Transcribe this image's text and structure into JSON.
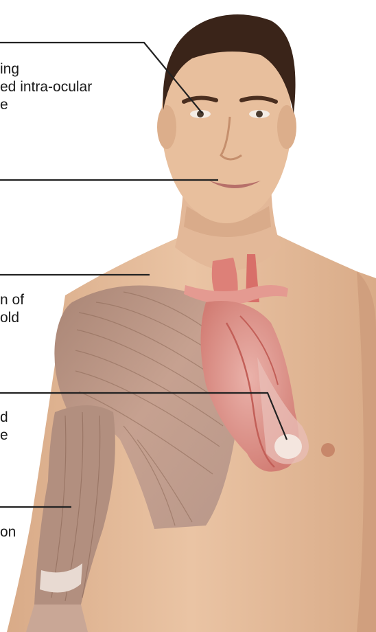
{
  "labels": [
    {
      "id": "label-eye",
      "lines": [
        "ing",
        "ed intra-ocular",
        "e"
      ]
    },
    {
      "id": "label-mouth",
      "lines": []
    },
    {
      "id": "label-shoulder",
      "lines": [
        "n of",
        "old"
      ]
    },
    {
      "id": "label-heart",
      "lines": [
        "d",
        "e"
      ]
    },
    {
      "id": "label-arm",
      "lines": [
        "on"
      ]
    }
  ],
  "colors": {
    "background": "#ffffff",
    "skin": "#e6bc9a",
    "skin_shadow": "#cf9f7c",
    "hair": "#3a2419",
    "muscle": "#b58f7c",
    "muscle_fiber": "#8e6a58",
    "heart": "#dd8d84",
    "vessel": "#d86f69",
    "leader_line": "#222222"
  },
  "icons": [
    "eye-icon",
    "heart-icon",
    "muscle-icon"
  ]
}
